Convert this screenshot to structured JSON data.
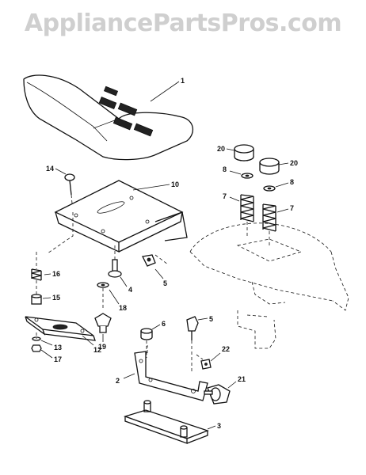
{
  "watermark": "AppliancePartsPros.com",
  "callouts": {
    "seat": "1",
    "seat_pan": "10",
    "seat_bolt": "14",
    "stopper_left": "20",
    "stopper_right": "20",
    "washer_left": "8",
    "washer_right": "8",
    "spring_left": "7",
    "spring_right": "7",
    "spring_small": "16",
    "bushing": "15",
    "pivot_bolt": "4",
    "knob_top": "5",
    "nut_18": "18",
    "knob_19": "19",
    "bracket_12": "12",
    "washer_13": "13",
    "nut_17": "17",
    "bushing_6": "6",
    "knob_5": "5",
    "bracket_2": "2",
    "clip_22": "22",
    "knob_21": "21",
    "plate_3": "3"
  }
}
